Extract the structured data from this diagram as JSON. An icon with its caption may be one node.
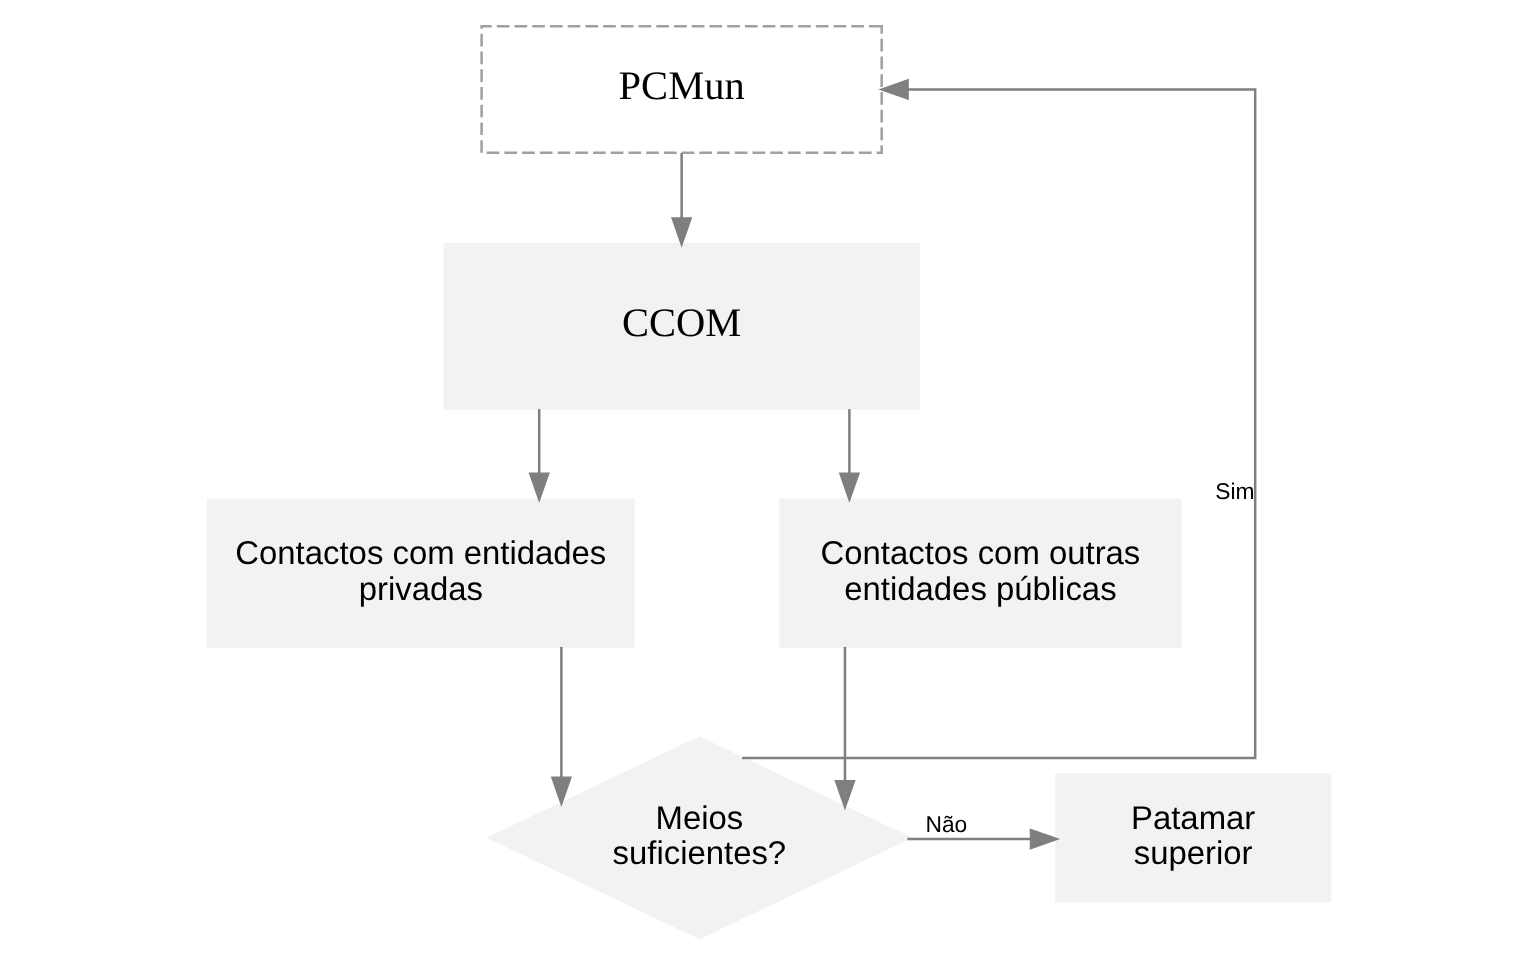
{
  "diagram": {
    "nodes": [
      {
        "text": [
          "PCMun"
        ]
      },
      {
        "text": [
          "CCOM"
        ]
      },
      {
        "text": [
          "Contactos com entidades privadas"
        ]
      },
      {
        "text": [
          "Contactos com outras entidades públicas"
        ]
      },
      {
        "text": [
          "Meios suficientes?"
        ]
      },
      {
        "text": [
          "Patamar superior"
        ]
      }
    ],
    "edges": [
      {
        "from": 0,
        "to": 1,
        "arrow": "to"
      },
      {
        "from": 1,
        "to": 2,
        "arrow": "to"
      },
      {
        "from": 1,
        "to": 3,
        "arrow": "to"
      },
      {
        "from": 2,
        "to": 4,
        "arrow": "to"
      },
      {
        "from": 3,
        "to": 4,
        "arrow": "to"
      },
      {
        "from": 4,
        "to": 5,
        "arrow": "to",
        "label": "Não"
      },
      {
        "from": 4,
        "to": 0,
        "arrow": "to",
        "label": "Sim"
      }
    ]
  }
}
